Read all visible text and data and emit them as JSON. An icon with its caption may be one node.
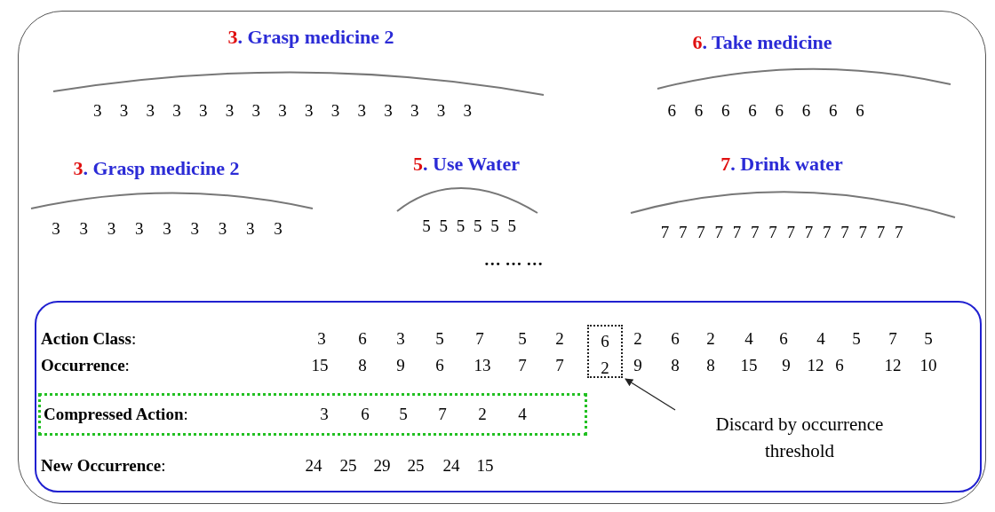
{
  "diagram": {
    "nodes": [
      {
        "text": [],
        "shape": "box"
      },
      {
        "text": [],
        "shape": "box",
        "in": 0
      },
      {
        "text": [
          "**Compressed Action**:",
          "3",
          "6",
          "5",
          "7",
          "2",
          "4"
        ],
        "in": 1
      },
      {
        "text": [
          "6",
          "2"
        ],
        "in": 1
      },
      {
        "text": [
          "Discard by occurrence threshold"
        ],
        "in": 1
      }
    ],
    "edges": [
      {
        "from": 4,
        "to": 3,
        "arrow": "to"
      }
    ],
    "labels": [
      "3. Grasp medicine 2",
      "6. Take medicine",
      "3 3 3 3 3 3 3 3 3 3 3 3 3 3 3",
      "6 6 6 6 6 6 6 6",
      "3. Grasp medicine 2",
      "5. Use Water",
      "7. Drink water",
      "3 3 3 3 3 3 3 3 3",
      "5 5 5 5 5 5",
      "7 7 7 7 7 7 7 7 7 7 7 7 7 7",
      "… … …",
      "**Action Class**:",
      "3",
      "6",
      "3",
      "5",
      "7",
      "5",
      "2",
      "2",
      "6",
      "2",
      "4",
      "6",
      "4",
      "5",
      "7",
      "5",
      "**Occurrence**:",
      "15",
      "8",
      "9",
      "6",
      "13",
      "7",
      "7",
      "9",
      "8",
      "8",
      "15",
      "9",
      "12",
      "6",
      "12",
      "10",
      "**New Occurrence**:",
      "24",
      "25",
      "29",
      "25",
      "24",
      "15"
    ]
  }
}
